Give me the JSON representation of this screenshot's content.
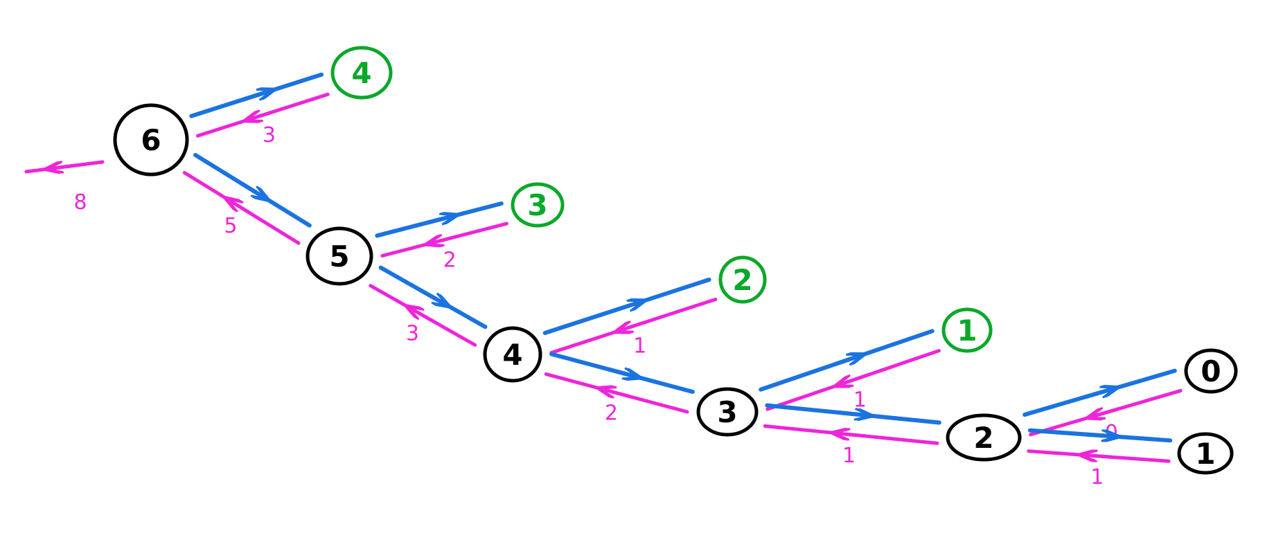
{
  "colors": {
    "node_outline": "#000000",
    "leaf_outline": "#0aa82a",
    "down_arrow": "#1b73e0",
    "up_arrow": "#ee25d8"
  },
  "nodes": [
    {
      "id": "n6",
      "label": "6",
      "kind": "inner"
    },
    {
      "id": "n5",
      "label": "5",
      "kind": "inner"
    },
    {
      "id": "n4",
      "label": "4",
      "kind": "inner"
    },
    {
      "id": "n3",
      "label": "3",
      "kind": "inner"
    },
    {
      "id": "n2",
      "label": "2",
      "kind": "inner"
    },
    {
      "id": "l4",
      "label": "4",
      "kind": "leaf"
    },
    {
      "id": "l3",
      "label": "3",
      "kind": "leaf"
    },
    {
      "id": "l2",
      "label": "2",
      "kind": "leaf"
    },
    {
      "id": "l1",
      "label": "1",
      "kind": "leaf"
    },
    {
      "id": "b0",
      "label": "0",
      "kind": "base"
    },
    {
      "id": "b1",
      "label": "1",
      "kind": "base"
    }
  ],
  "edges": [
    {
      "from": "n6",
      "to": "l4",
      "return_value": "3"
    },
    {
      "from": "n6",
      "to": "n5",
      "return_value": "5"
    },
    {
      "from": "n5",
      "to": "l3",
      "return_value": "2"
    },
    {
      "from": "n5",
      "to": "n4",
      "return_value": "3"
    },
    {
      "from": "n4",
      "to": "l2",
      "return_value": "1"
    },
    {
      "from": "n4",
      "to": "n3",
      "return_value": "2"
    },
    {
      "from": "n3",
      "to": "l1",
      "return_value": "1"
    },
    {
      "from": "n3",
      "to": "n2",
      "return_value": "1"
    },
    {
      "from": "n2",
      "to": "b0",
      "return_value": "0"
    },
    {
      "from": "n2",
      "to": "b1",
      "return_value": "1"
    }
  ],
  "root_return": {
    "from": "n6",
    "return_value": "8"
  }
}
